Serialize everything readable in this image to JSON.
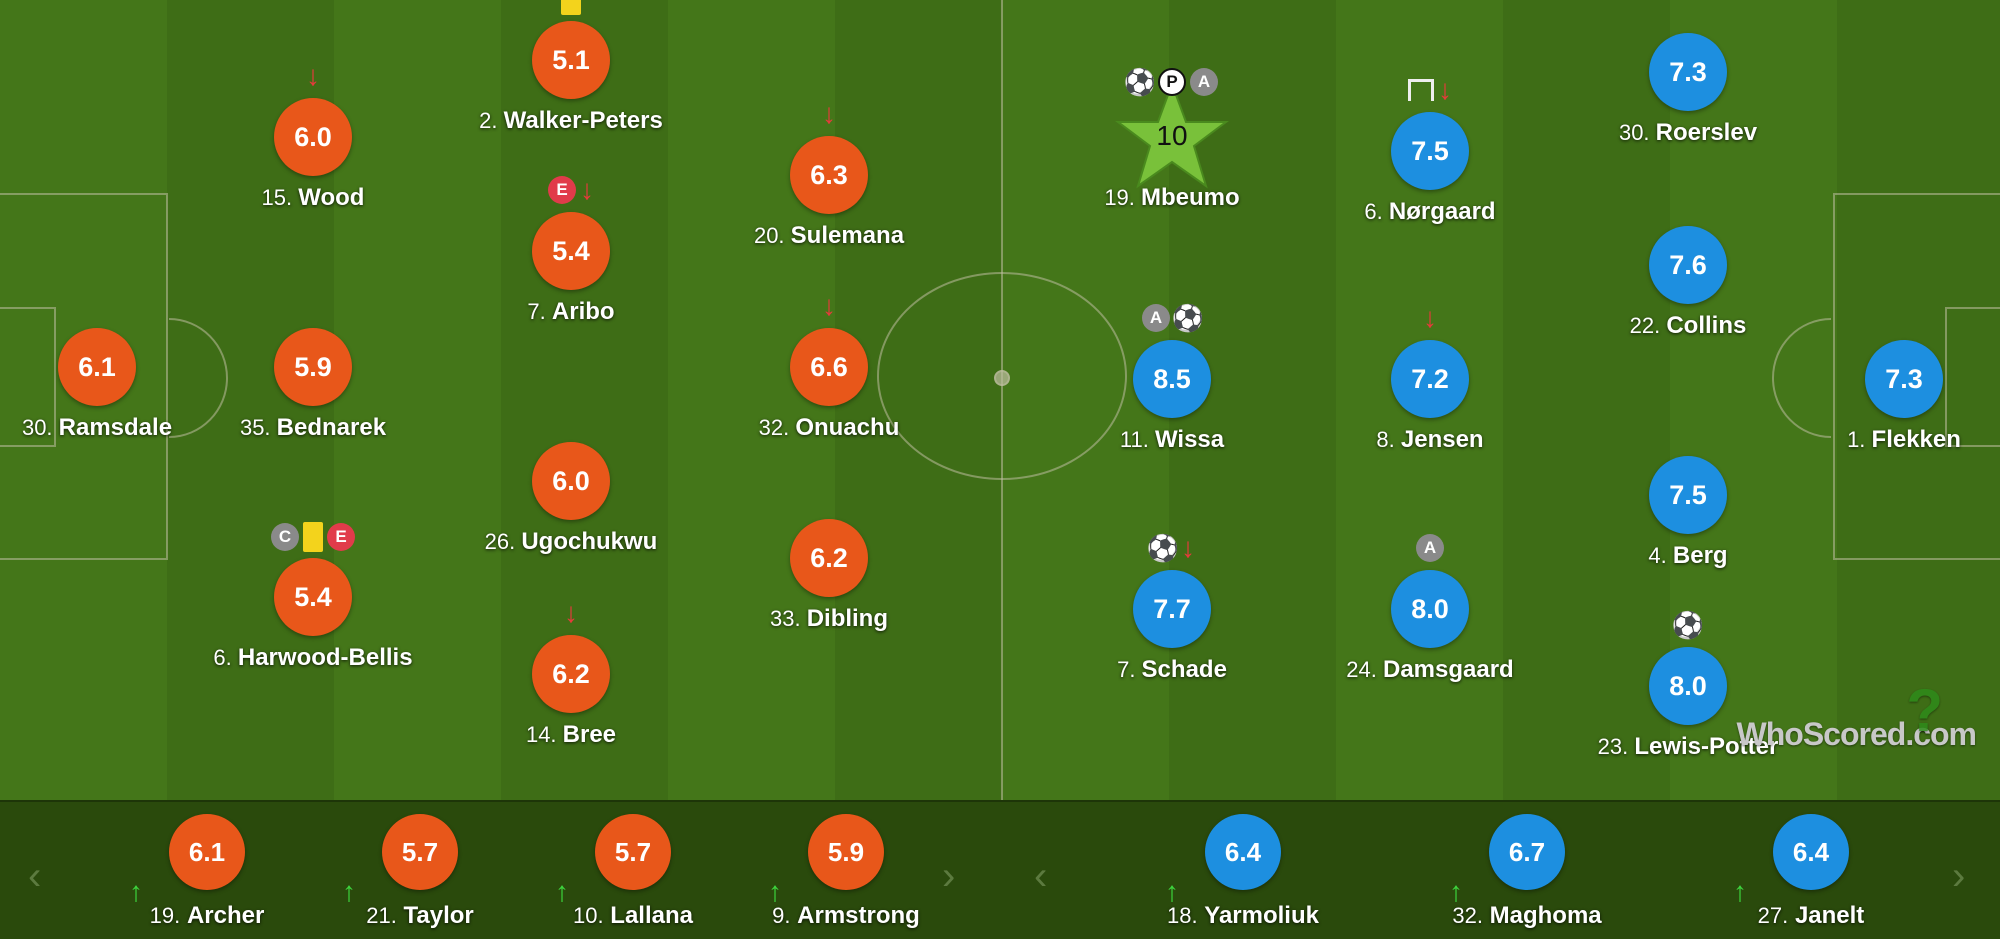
{
  "colors": {
    "home": "#e8571a",
    "away": "#1d8fe0",
    "star": "#79c13a"
  },
  "brand": "WhoScored.com",
  "home_players": [
    {
      "rating": "5.1",
      "num": "2.",
      "name": "Walker-Peters",
      "icons": [
        "yellow-card"
      ]
    },
    {
      "rating": "6.0",
      "num": "15.",
      "name": "Wood",
      "icons": [
        "arrow-down"
      ]
    },
    {
      "rating": "5.4",
      "num": "7.",
      "name": "Aribo",
      "icons": [
        "E",
        "arrow-down"
      ]
    },
    {
      "rating": "6.3",
      "num": "20.",
      "name": "Sulemana",
      "icons": [
        "arrow-down"
      ]
    },
    {
      "rating": "6.1",
      "num": "30.",
      "name": "Ramsdale",
      "icons": []
    },
    {
      "rating": "5.9",
      "num": "35.",
      "name": "Bednarek",
      "icons": []
    },
    {
      "rating": "6.6",
      "num": "32.",
      "name": "Onuachu",
      "icons": [
        "arrow-down"
      ]
    },
    {
      "rating": "6.0",
      "num": "26.",
      "name": "Ugochukwu",
      "icons": []
    },
    {
      "rating": "6.2",
      "num": "33.",
      "name": "Dibling",
      "icons": []
    },
    {
      "rating": "5.4",
      "num": "6.",
      "name": "Harwood-Bellis",
      "icons": [
        "C",
        "yellow-card",
        "E"
      ]
    },
    {
      "rating": "6.2",
      "num": "14.",
      "name": "Bree",
      "icons": [
        "arrow-down"
      ]
    }
  ],
  "away_players": [
    {
      "rating": "10",
      "num": "19.",
      "name": "Mbeumo",
      "icons": [
        "ball",
        "P",
        "A"
      ],
      "motm": true
    },
    {
      "rating": "7.5",
      "num": "6.",
      "name": "Nørgaard",
      "icons": [
        "post",
        "arrow-down"
      ]
    },
    {
      "rating": "7.3",
      "num": "30.",
      "name": "Roerslev",
      "icons": []
    },
    {
      "rating": "7.6",
      "num": "22.",
      "name": "Collins",
      "icons": []
    },
    {
      "rating": "8.5",
      "num": "11.",
      "name": "Wissa",
      "icons": [
        "A",
        "ball"
      ]
    },
    {
      "rating": "7.2",
      "num": "8.",
      "name": "Jensen",
      "icons": [
        "arrow-down"
      ]
    },
    {
      "rating": "7.3",
      "num": "1.",
      "name": "Flekken",
      "icons": []
    },
    {
      "rating": "7.5",
      "num": "4.",
      "name": "Berg",
      "icons": []
    },
    {
      "rating": "7.7",
      "num": "7.",
      "name": "Schade",
      "icons": [
        "ball",
        "arrow-down"
      ]
    },
    {
      "rating": "8.0",
      "num": "24.",
      "name": "Damsgaard",
      "icons": [
        "A"
      ]
    },
    {
      "rating": "8.0",
      "num": "23.",
      "name": "Lewis-Potter",
      "icons": [
        "ball"
      ]
    }
  ],
  "home_subs": [
    {
      "rating": "6.1",
      "num": "19.",
      "name": "Archer"
    },
    {
      "rating": "5.7",
      "num": "21.",
      "name": "Taylor"
    },
    {
      "rating": "5.7",
      "num": "10.",
      "name": "Lallana"
    },
    {
      "rating": "5.9",
      "num": "9.",
      "name": "Armstrong"
    }
  ],
  "away_subs": [
    {
      "rating": "6.4",
      "num": "18.",
      "name": "Yarmoliuk"
    },
    {
      "rating": "6.7",
      "num": "32.",
      "name": "Maghoma"
    },
    {
      "rating": "6.4",
      "num": "27.",
      "name": "Janelt"
    }
  ]
}
